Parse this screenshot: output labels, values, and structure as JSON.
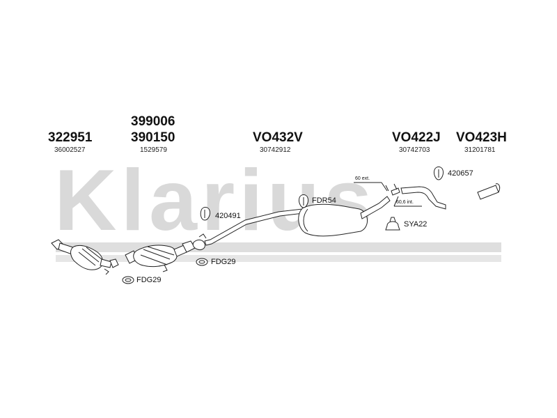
{
  "watermark": "Klarius",
  "groups": [
    {
      "part": "322951",
      "ref": "36002527"
    },
    {
      "part_top": "399006",
      "part": "390150",
      "ref": "1529579"
    },
    {
      "part": "VO432V",
      "ref": "30742912"
    },
    {
      "part": "VO422J",
      "ref": "30742703"
    },
    {
      "part": "VO423H",
      "ref": "31201781"
    }
  ],
  "fittings": {
    "fdg29_a": "FDG29",
    "fdg29_b": "FDG29",
    "n420491": "420491",
    "fdr54": "FDR54",
    "sya22": "SYA22",
    "n420657": "420657"
  },
  "dimensions": {
    "ext": "60 ext.",
    "int": "60,6 int."
  }
}
